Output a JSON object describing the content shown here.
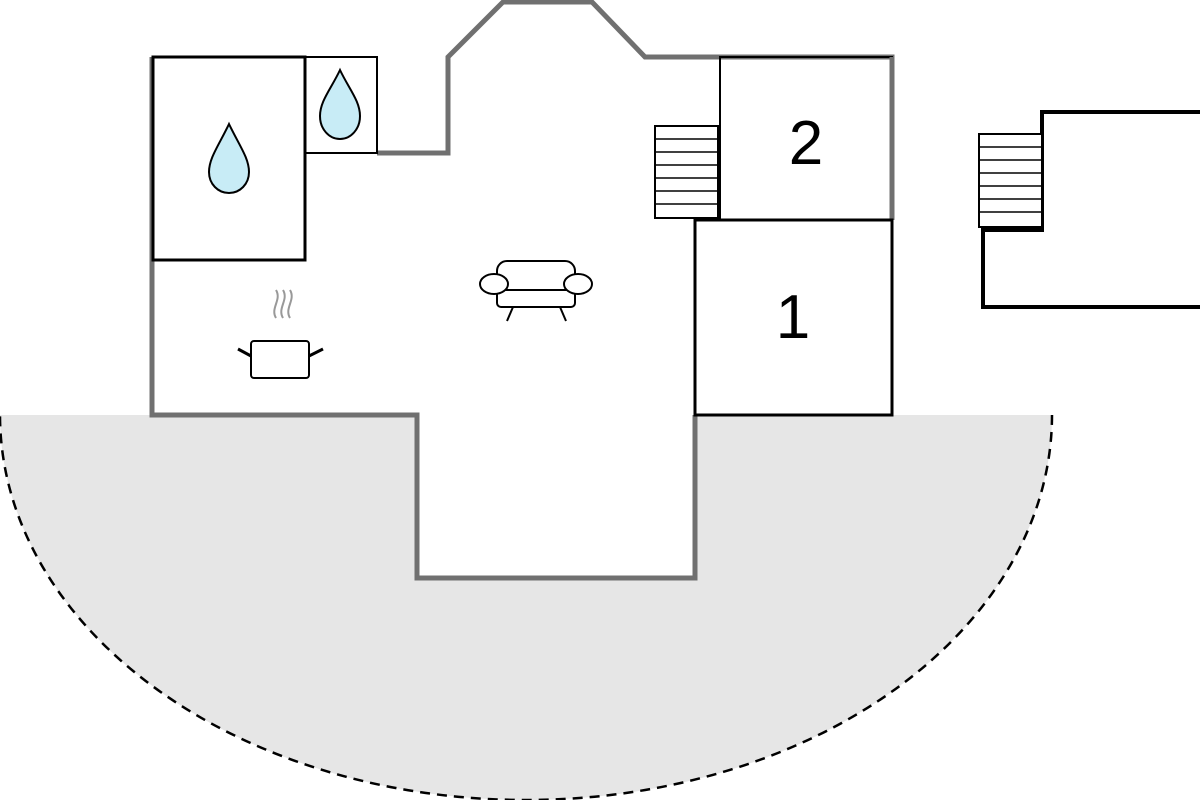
{
  "floor_plan": {
    "rooms": [
      {
        "id": "bedroom-1",
        "label": "1"
      },
      {
        "id": "bedroom-2",
        "label": "2"
      }
    ],
    "icons": {
      "bathroom": "water-drop-icon",
      "kitchen": "cooking-pot-icon",
      "living_room": "sofa-icon",
      "staircase": "staircase-icon"
    },
    "colors": {
      "terrace_fill": "#e6e6e6",
      "wall_gray": "#707070",
      "wall_black": "#000000",
      "water_drop": "#c8ecf6",
      "background": "#ffffff"
    }
  }
}
